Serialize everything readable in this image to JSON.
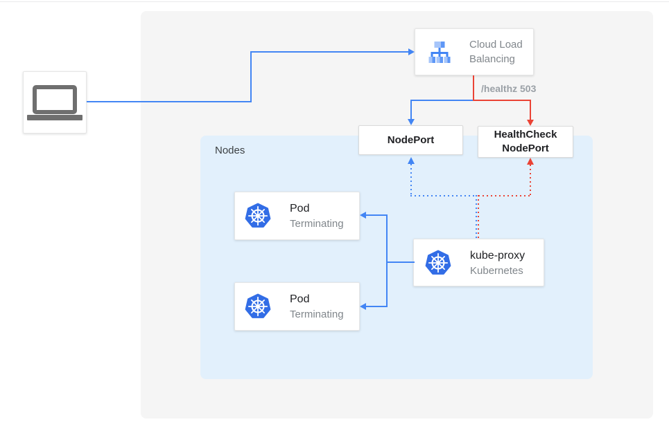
{
  "nodes_group": {
    "label": "Nodes"
  },
  "client": {
    "icon": "laptop-icon"
  },
  "load_balancer": {
    "label": "Cloud Load Balancing",
    "icon": "load-balancer-icon"
  },
  "annotations": {
    "healthz": "/healthz 503"
  },
  "node_port": {
    "label": "NodePort"
  },
  "health_check_node_port": {
    "label": "HealthCheck NodePort"
  },
  "pods": [
    {
      "title": "Pod",
      "subtitle": "Terminating",
      "icon": "kubernetes-icon"
    },
    {
      "title": "Pod",
      "subtitle": "Terminating",
      "icon": "kubernetes-icon"
    }
  ],
  "kube_proxy": {
    "title": "kube-proxy",
    "subtitle": "Kubernetes",
    "icon": "kubernetes-icon"
  },
  "colors": {
    "traffic_blue": "#4285f4",
    "health_red": "#ea4335",
    "nodes_panel_bg": "#e2f0fc",
    "canvas_bg": "#f5f5f5",
    "kubernetes_blue": "#326de6",
    "primary_text": "#202124",
    "secondary_text": "#80868b",
    "annotation_text": "#9aa0a6"
  }
}
